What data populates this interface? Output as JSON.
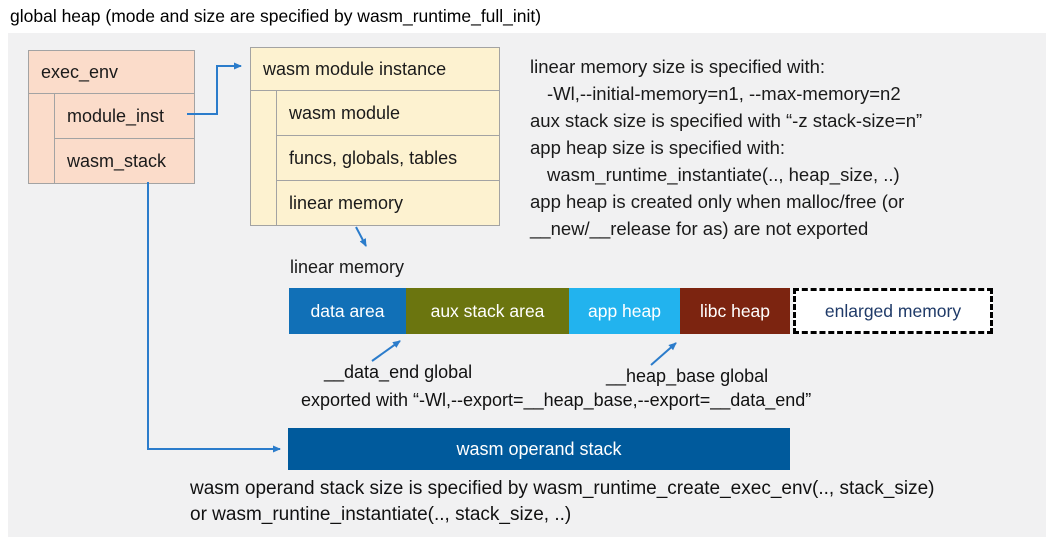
{
  "title": "global heap (mode and size are specified by wasm_runtime_full_init)",
  "exec_env": {
    "header": "exec_env",
    "rows": [
      "module_inst",
      "wasm_stack"
    ]
  },
  "module_instance": {
    "header": "wasm module instance",
    "rows": [
      "wasm module",
      "funcs, globals, tables",
      "linear memory"
    ]
  },
  "notes_right": {
    "lines": [
      {
        "text": "linear memory size is specified with:"
      },
      {
        "text": "-Wl,--initial-memory=n1, --max-memory=n2"
      },
      {
        "text": "aux stack size is specified with “-z stack-size=n”"
      },
      {
        "text": "app heap size is specified with:"
      },
      {
        "text": "wasm_runtime_instantiate(.., heap_size, ..)"
      },
      {
        "text": "app heap is created only when malloc/free (or"
      },
      {
        "text": "__new/__release for as) are not exported"
      }
    ]
  },
  "linear_memory": {
    "label": "linear memory",
    "segments": [
      {
        "label": "data area",
        "color": "#1170b7",
        "text_color": "#ffffff"
      },
      {
        "label": "aux stack area",
        "color": "#6b750f",
        "text_color": "#ffffff"
      },
      {
        "label": "app heap",
        "color": "#22b3ee",
        "text_color": "#ffffff"
      },
      {
        "label": "libc heap",
        "color": "#7c2410",
        "text_color": "#ffffff"
      },
      {
        "label": "enlarged memory",
        "color": "#ffffff",
        "text_color": "#1f3a68"
      }
    ],
    "annotations": {
      "data_end": "__data_end global",
      "heap_base": "__heap_base global",
      "exported": "exported with “-Wl,--export=__heap_base,--export=__data_end”"
    }
  },
  "operand_stack": {
    "label": "wasm operand stack",
    "note_line1": "wasm operand stack size is specified by wasm_runtime_create_exec_env(.., stack_size)",
    "note_line2": "or wasm_runtine_instantiate(.., stack_size, ..)"
  },
  "colors": {
    "panel_bg": "#f1f1f2",
    "exec_env_fill": "#fbdcca",
    "module_instance_fill": "#fdf2d0",
    "box_border": "#a3a3a3",
    "connector_blue": "#2b7ccb",
    "operand_stack_fill": "#005a9c",
    "enlarged_text": "#1f3a68"
  }
}
